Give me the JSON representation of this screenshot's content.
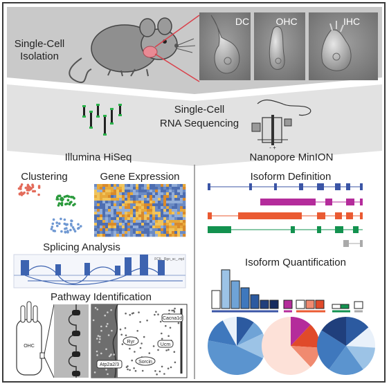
{
  "top": {
    "label_line1": "Single-Cell",
    "label_line2": "Isolation",
    "cells": [
      "DC",
      "OHC",
      "IHC"
    ]
  },
  "sequencing": {
    "title_line1": "Single-Cell",
    "title_line2": "RNA Sequencing",
    "left_platform": "Illumina HiSeq",
    "right_platform": "Nanopore MinION",
    "device_sign": "-   +"
  },
  "left_panel": {
    "clustering": "Clustering",
    "gene_expression": "Gene Expression",
    "splicing": "Splicing Analysis",
    "splicing_track_label": "FCIL_Rgn_sc_.mpl",
    "pathway": "Pathway Identification",
    "cell_label": "OHC",
    "channels": [
      "Ryr",
      "Ucm",
      "Cacna1d",
      "Atp2a2/3",
      "Sorcin"
    ]
  },
  "right_panel": {
    "isoform_definition": "Isoform Definition",
    "isoform_quantification": "Isoform Quantification"
  },
  "colors": {
    "border": "#3a3a3a",
    "top_band": "#c9c9c9",
    "middle_band": "#dcdcdc",
    "cluster_red": "#e36b5a",
    "cluster_green": "#2a9a3c",
    "cluster_blue": "#6f98d2",
    "isoform_blue": "#3b55a6",
    "isoform_magenta": "#b42c9b",
    "isoform_orange": "#ea5a32",
    "isoform_green": "#13924f",
    "isoform_gray": "#aaaaaa"
  }
}
